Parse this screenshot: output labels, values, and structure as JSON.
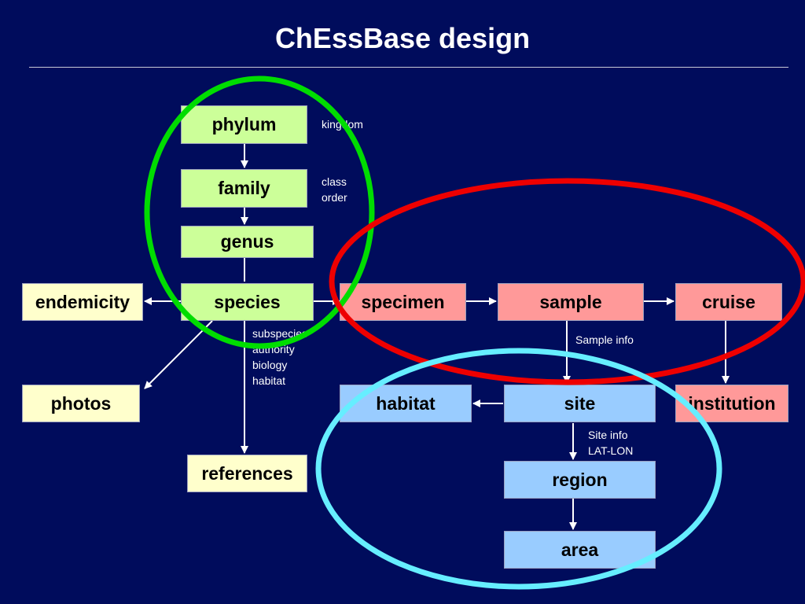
{
  "title": "ChEssBase design",
  "colors": {
    "background": "#000c5c",
    "taxonomy_box": "#ccff99",
    "related_box": "#ffffcc",
    "sample_box": "#ff9999",
    "location_box": "#99ccff",
    "green_ellipse": "#00dd00",
    "red_ellipse": "#ee0000",
    "cyan_ellipse": "#66eeff"
  },
  "boxes": {
    "phylum": "phylum",
    "family": "family",
    "genus": "genus",
    "species": "species",
    "endemicity": "endemicity",
    "photos": "photos",
    "references": "references",
    "specimen": "specimen",
    "sample": "sample",
    "cruise": "cruise",
    "habitat": "habitat",
    "site": "site",
    "institution": "institution",
    "region": "region",
    "area": "area"
  },
  "notes": {
    "phylum": [
      "kingdom"
    ],
    "family": [
      "class",
      "order"
    ],
    "species": [
      "subspecies",
      "authority",
      "biology",
      "habitat"
    ],
    "sample": [
      "Sample info"
    ],
    "site": [
      "Site info",
      "LAT-LON"
    ]
  }
}
